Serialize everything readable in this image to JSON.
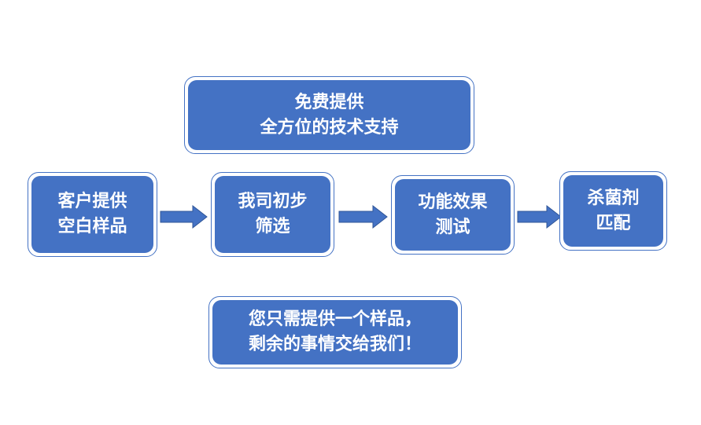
{
  "top_box": {
    "line1": "免费提供",
    "line2": "全方位的技术支持"
  },
  "steps": [
    {
      "line1": "客户提供",
      "line2": "空白样品"
    },
    {
      "line1": "我司初步",
      "line2": "筛选"
    },
    {
      "line1": "功能效果",
      "line2": "测试"
    },
    {
      "line1": "杀菌剂",
      "line2": "匹配"
    }
  ],
  "bottom_box": {
    "line1": "您只需提供一个样品，",
    "line2": "剩余的事情交给我们！"
  },
  "colors": {
    "box_fill": "#4472C4",
    "box_border": "#4472C4",
    "text": "#ffffff",
    "arrow": "#4472C4"
  }
}
